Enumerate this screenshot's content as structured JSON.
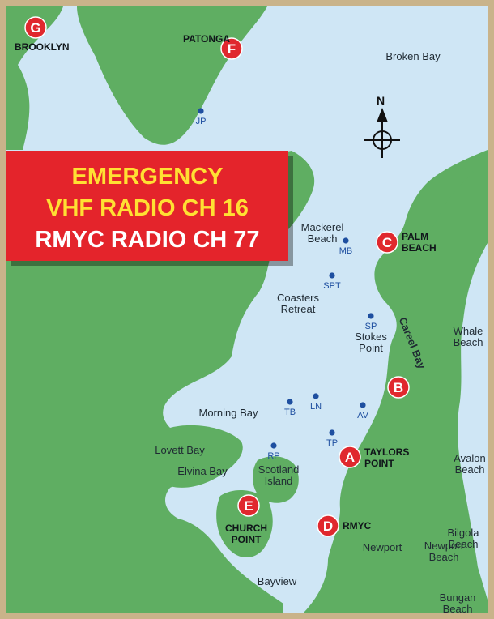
{
  "colors": {
    "water": "#cfe6f5",
    "land": "#5fae62",
    "land_dark": "#3f8f46",
    "border": "#c9b38a",
    "marker": "#e0282e",
    "marker_text": "#ffffff",
    "dot": "#1e4fa0",
    "banner_bg": "#e4242b",
    "banner_yellow": "#ffe033",
    "banner_white": "#ffffff"
  },
  "banner": {
    "line1": "EMERGENCY",
    "line2": "VHF RADIO CH 16",
    "line3": "RMYC RADIO CH 77"
  },
  "compass": {
    "north_label": "N"
  },
  "markers": [
    {
      "letter": "G",
      "label": "BROOKLYN"
    },
    {
      "letter": "F",
      "label": "PATONGA"
    },
    {
      "letter": "C",
      "label": "PALM\nBEACH"
    },
    {
      "letter": "B",
      "label": ""
    },
    {
      "letter": "A",
      "label": "TAYLORS\nPOINT"
    },
    {
      "letter": "E",
      "label": "CHURCH\nPOINT"
    },
    {
      "letter": "D",
      "label": "RMYC"
    }
  ],
  "place_labels": [
    "Broken Bay",
    "Mackerel\nBeach",
    "Coasters\nRetreat",
    "Stokes\nPoint",
    "Careel Bay",
    "Whale\nBeach",
    "Morning Bay",
    "Lovett Bay",
    "Elvina Bay",
    "Scotland\nIsland",
    "Avalon\nBeach",
    "Bilgola\nBeach",
    "Newport",
    "Newport\nBeach",
    "Bayview",
    "Bungan\nBeach"
  ],
  "mooring_points": [
    "JP",
    "MB",
    "SPT",
    "SP",
    "TB",
    "LN",
    "AV",
    "RP",
    "TP"
  ]
}
